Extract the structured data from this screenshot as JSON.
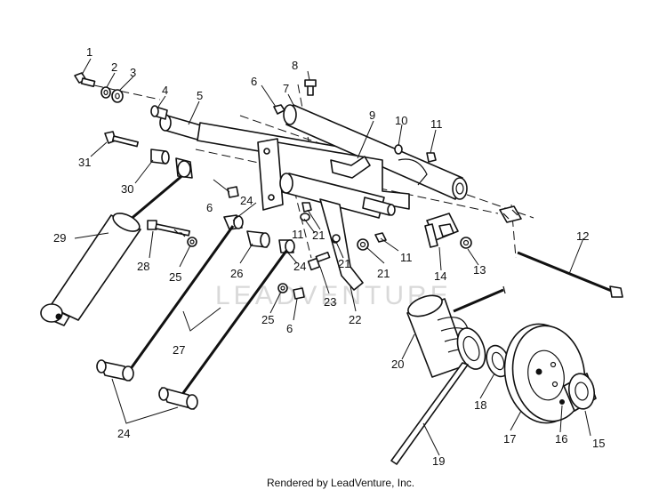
{
  "watermark": "LEADVENTURE",
  "footer": "Rendered by LeadVenture, Inc.",
  "callouts": [
    {
      "id": "c1",
      "label": "1"
    },
    {
      "id": "c2",
      "label": "2"
    },
    {
      "id": "c3",
      "label": "3"
    },
    {
      "id": "c4",
      "label": "4"
    },
    {
      "id": "c5",
      "label": "5"
    },
    {
      "id": "c6a",
      "label": "6"
    },
    {
      "id": "c6b",
      "label": "6"
    },
    {
      "id": "c6c",
      "label": "6"
    },
    {
      "id": "c7",
      "label": "7"
    },
    {
      "id": "c8",
      "label": "8"
    },
    {
      "id": "c9",
      "label": "9"
    },
    {
      "id": "c10",
      "label": "10"
    },
    {
      "id": "c11a",
      "label": "11"
    },
    {
      "id": "c11b",
      "label": "11"
    },
    {
      "id": "c11c",
      "label": "11"
    },
    {
      "id": "c12",
      "label": "12"
    },
    {
      "id": "c13",
      "label": "13"
    },
    {
      "id": "c14",
      "label": "14"
    },
    {
      "id": "c15",
      "label": "15"
    },
    {
      "id": "c16",
      "label": "16"
    },
    {
      "id": "c17",
      "label": "17"
    },
    {
      "id": "c18",
      "label": "18"
    },
    {
      "id": "c19",
      "label": "19"
    },
    {
      "id": "c20",
      "label": "20"
    },
    {
      "id": "c21a",
      "label": "21"
    },
    {
      "id": "c21b",
      "label": "21"
    },
    {
      "id": "c21c",
      "label": "21"
    },
    {
      "id": "c22",
      "label": "22"
    },
    {
      "id": "c23",
      "label": "23"
    },
    {
      "id": "c24a",
      "label": "24"
    },
    {
      "id": "c24b",
      "label": "24"
    },
    {
      "id": "c24c",
      "label": "24"
    },
    {
      "id": "c25a",
      "label": "25"
    },
    {
      "id": "c25b",
      "label": "25"
    },
    {
      "id": "c26",
      "label": "26"
    },
    {
      "id": "c27",
      "label": "27"
    },
    {
      "id": "c28",
      "label": "28"
    },
    {
      "id": "c29",
      "label": "29"
    },
    {
      "id": "c30",
      "label": "30"
    },
    {
      "id": "c31",
      "label": "31"
    }
  ]
}
